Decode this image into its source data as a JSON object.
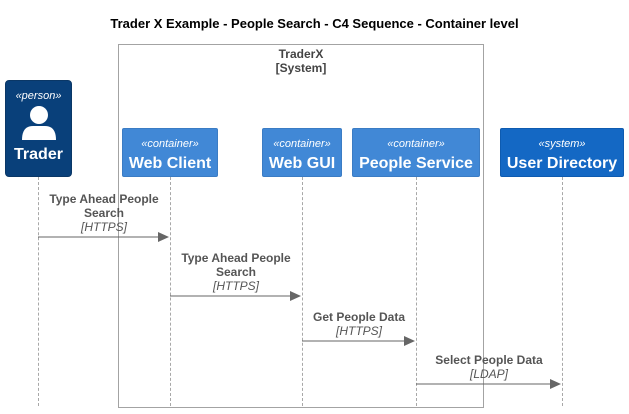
{
  "title": "Trader X Example - People Search - C4 Sequence - Container level",
  "boundary": {
    "name": "TraderX",
    "type": "[System]"
  },
  "participants": [
    {
      "stereotype": "«person»",
      "name": "Trader"
    },
    {
      "stereotype": "«container»",
      "name": "Web Client"
    },
    {
      "stereotype": "«container»",
      "name": "Web GUI"
    },
    {
      "stereotype": "«container»",
      "name": "People Service"
    },
    {
      "stereotype": "«system»",
      "name": "User Directory"
    }
  ],
  "messages": [
    {
      "text_line1": "Type Ahead People",
      "text_line2": "Search",
      "protocol": "[HTTPS]",
      "from": "Trader",
      "to": "Web Client"
    },
    {
      "text_line1": "Type Ahead People",
      "text_line2": "Search",
      "protocol": "[HTTPS]",
      "from": "Web Client",
      "to": "Web GUI"
    },
    {
      "text_line1": "Get People Data",
      "text_line2": "",
      "protocol": "[HTTPS]",
      "from": "Web GUI",
      "to": "People Service"
    },
    {
      "text_line1": "Select People Data",
      "text_line2": "",
      "protocol": "[LDAP]",
      "from": "People Service",
      "to": "User Directory"
    }
  ],
  "colors": {
    "person": "#09407a",
    "container": "#4188d6",
    "system": "#1468c4",
    "arrow": "#666666",
    "boundary": "#a3a3a3"
  },
  "icons": {
    "person": "person-icon"
  }
}
